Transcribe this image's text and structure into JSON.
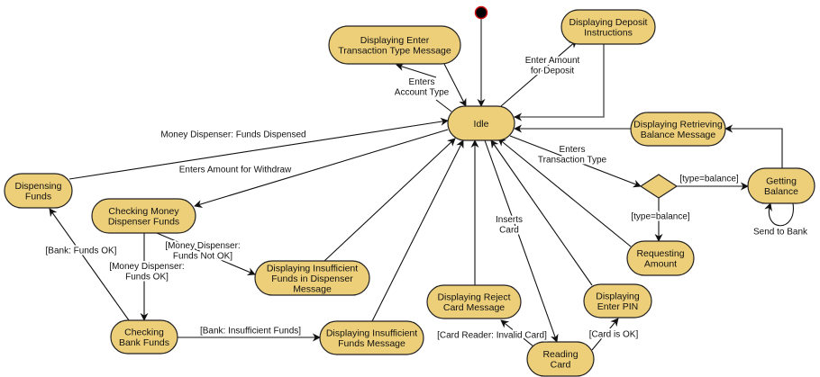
{
  "colors": {
    "state_fill": "#edcf7a",
    "initial_fill": "#000000",
    "initial_stroke": "#d01010"
  },
  "states": [
    {
      "id": "dettm",
      "lines": [
        "Displaying  Enter",
        "Transaction Type Message"
      ]
    },
    {
      "id": "ddi",
      "lines": [
        "Displaying Deposit",
        "Instructions"
      ]
    },
    {
      "id": "idle",
      "lines": [
        "Idle"
      ]
    },
    {
      "id": "drbm",
      "lines": [
        "Displaying Retrieving",
        "Balance Message"
      ]
    },
    {
      "id": "gb",
      "lines": [
        "Getting",
        "Balance"
      ]
    },
    {
      "id": "ra",
      "lines": [
        "Requesting",
        "Amount"
      ]
    },
    {
      "id": "df",
      "lines": [
        "Dispensing",
        "Funds"
      ]
    },
    {
      "id": "cmdf",
      "lines": [
        "Checking Money",
        "Dispenser Funds"
      ]
    },
    {
      "id": "difdm",
      "lines": [
        "Displaying Insufficient",
        "Funds in Dispenser",
        "Message"
      ]
    },
    {
      "id": "cbf",
      "lines": [
        "Checking",
        "Bank Funds"
      ]
    },
    {
      "id": "difm",
      "lines": [
        "Displaying Insufficient",
        "Funds Message"
      ]
    },
    {
      "id": "drcm",
      "lines": [
        "Displaying Reject",
        "Card Message"
      ]
    },
    {
      "id": "dep",
      "lines": [
        "Displaying",
        "Enter PIN"
      ]
    },
    {
      "id": "rc",
      "lines": [
        "Reading",
        "Card"
      ]
    }
  ],
  "transitions": [
    {
      "id": "init-idle",
      "from": "initial",
      "to": "idle",
      "lines": []
    },
    {
      "id": "dettm-idle",
      "from": "dettm",
      "to": "idle",
      "lines": []
    },
    {
      "id": "idle-dettm",
      "from": "idle",
      "to": "dettm",
      "lines": [
        "Enters",
        "Account Type"
      ]
    },
    {
      "id": "idle-ddi",
      "from": "idle",
      "to": "ddi",
      "lines": [
        "Enter Amount",
        "for Deposit"
      ]
    },
    {
      "id": "ddi-idle",
      "from": "ddi",
      "to": "idle",
      "lines": []
    },
    {
      "id": "drbm-idle",
      "from": "drbm",
      "to": "idle",
      "lines": []
    },
    {
      "id": "gb-drbm",
      "from": "gb",
      "to": "drbm",
      "lines": []
    },
    {
      "id": "idle-choice",
      "from": "idle",
      "to": "choice",
      "lines": [
        "Enters",
        "Transaction Type"
      ]
    },
    {
      "id": "choice-gb",
      "from": "choice",
      "to": "gb",
      "lines": [
        "[type=balance]"
      ]
    },
    {
      "id": "choice-ra",
      "from": "choice",
      "to": "ra",
      "lines": [
        "[type=balance]"
      ]
    },
    {
      "id": "gb-gb",
      "from": "gb",
      "to": "gb",
      "lines": [
        "Send to Bank"
      ]
    },
    {
      "id": "ra-idle",
      "from": "ra",
      "to": "idle",
      "lines": []
    },
    {
      "id": "df-idle",
      "from": "df",
      "to": "idle",
      "lines": [
        "Money Dispenser: Funds Dispensed"
      ]
    },
    {
      "id": "idle-cmdf",
      "from": "idle",
      "to": "cmdf",
      "lines": [
        "Enters Amount for Withdraw"
      ]
    },
    {
      "id": "cmdf-cbf",
      "from": "cmdf",
      "to": "cbf",
      "lines": [
        "[Money Dispenser:",
        "Funds OK]"
      ]
    },
    {
      "id": "cmdf-difdm",
      "from": "cmdf",
      "to": "difdm",
      "lines": [
        "[Money Dispenser:",
        "Funds Not OK]"
      ]
    },
    {
      "id": "cbf-df",
      "from": "cbf",
      "to": "df",
      "lines": [
        "[Bank: Funds OK]"
      ]
    },
    {
      "id": "cbf-difm",
      "from": "cbf",
      "to": "difm",
      "lines": [
        "[Bank: Insufficient Funds]"
      ]
    },
    {
      "id": "difdm-idle",
      "from": "difdm",
      "to": "idle",
      "lines": []
    },
    {
      "id": "difm-idle",
      "from": "difm",
      "to": "idle",
      "lines": []
    },
    {
      "id": "drcm-idle",
      "from": "drcm",
      "to": "idle",
      "lines": []
    },
    {
      "id": "idle-rc",
      "from": "idle",
      "to": "rc",
      "lines": [
        "Inserts",
        "Card"
      ]
    },
    {
      "id": "dep-idle",
      "from": "dep",
      "to": "idle",
      "lines": []
    },
    {
      "id": "rc-drcm",
      "from": "rc",
      "to": "drcm",
      "lines": [
        "[Card Reader: Invalid Card]"
      ]
    },
    {
      "id": "rc-dep",
      "from": "rc",
      "to": "dep",
      "lines": [
        "[Card is OK]"
      ]
    }
  ]
}
